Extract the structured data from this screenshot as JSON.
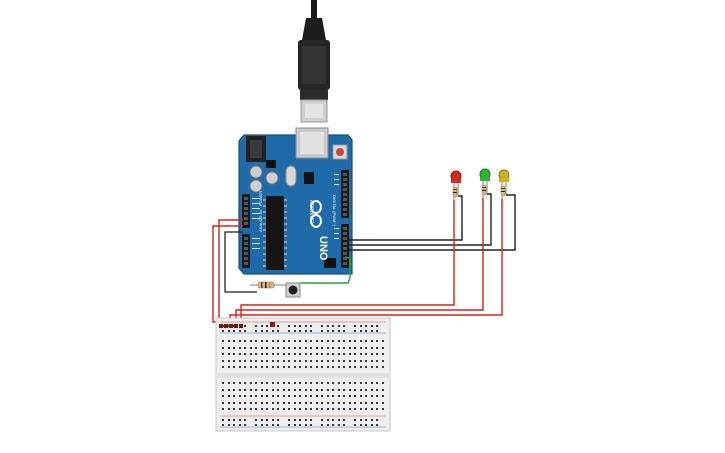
{
  "board": {
    "model_label": "UNO",
    "brand_label": "ARDUINO",
    "digital_label": "DIGITAL (PWM~)",
    "analog_label": "ANALOG IN",
    "power_label": "POWER"
  },
  "components": {
    "usb_cable": "usb-cable",
    "leds": [
      {
        "id": "led-red",
        "color": "#d42a1e"
      },
      {
        "id": "led-green",
        "color": "#2fb52f"
      },
      {
        "id": "led-yellow",
        "color": "#c9b21a"
      }
    ],
    "resistor": "resistor",
    "pushbutton": "pushbutton",
    "breadboard": "breadboard"
  },
  "colors": {
    "board": "#1f6aa8",
    "board_dark": "#17507f",
    "wire_red": "#d0251c",
    "wire_black": "#222222",
    "wire_green": "#2ba43a",
    "breadboard": "#eeeeee"
  }
}
